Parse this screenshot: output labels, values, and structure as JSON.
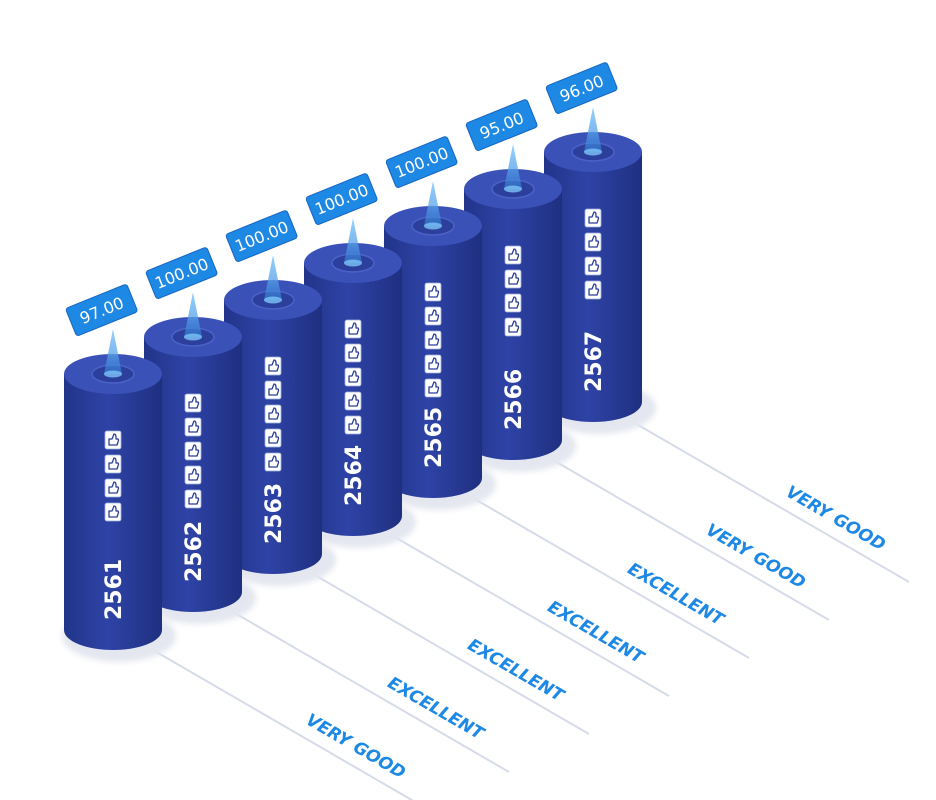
{
  "colors": {
    "cylinder_body": "#2a3d99",
    "cylinder_top": "#3a51b8",
    "cylinder_rim": "#2d3f9c",
    "label_box": "#1e88e5",
    "label_box_edge": "#1565c0",
    "rating_text": "#1e88e5",
    "guide_line": "#d6dbe9",
    "shadow": "#e4e7f0",
    "icon_bg": "#ffffff",
    "icon_stroke": "#2a3d99",
    "spike": "#5aa9e6"
  },
  "chart_data": {
    "type": "bar",
    "categories": [
      "2561",
      "2562",
      "2563",
      "2564",
      "2565",
      "2566",
      "2567"
    ],
    "values": [
      97.0,
      100.0,
      100.0,
      100.0,
      100.0,
      95.0,
      96.0
    ],
    "value_labels": [
      "97.00",
      "100.00",
      "100.00",
      "100.00",
      "100.00",
      "95.00",
      "96.00"
    ],
    "ratings": [
      "VERY GOOD",
      "EXCELLENT",
      "EXCELLENT",
      "EXCELLENT",
      "EXCELLENT",
      "VERY GOOD",
      "VERY GOOD"
    ],
    "icon_counts": [
      4,
      5,
      5,
      5,
      5,
      4,
      4
    ],
    "icon_name": "thumbs-up-icon",
    "style": "isometric-cylinder",
    "ylim": [
      0,
      100
    ]
  }
}
